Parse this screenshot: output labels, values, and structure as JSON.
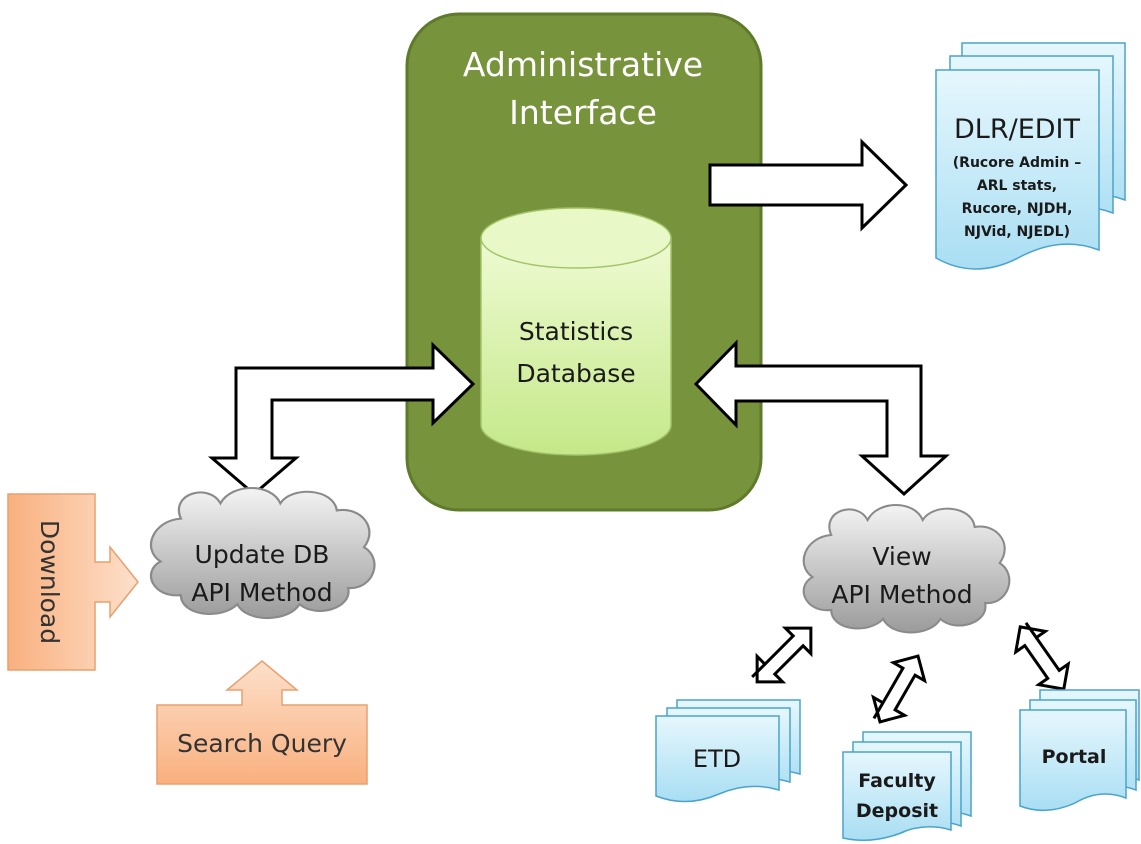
{
  "admin_interface": {
    "title_line1": "Administrative",
    "title_line2": "Interface"
  },
  "database": {
    "line1": "Statistics",
    "line2": "Database"
  },
  "dlr_doc": {
    "title": "DLR/EDIT",
    "sub_line1": "(Rucore Admin –",
    "sub_line2": "ARL stats,",
    "sub_line3": "Rucore, NJDH,",
    "sub_line4": "NJVid, NJEDL)"
  },
  "update_cloud": {
    "line1": "Update DB",
    "line2": "API Method"
  },
  "view_cloud": {
    "line1": "View",
    "line2": "API Method"
  },
  "download_box": {
    "label": "Download"
  },
  "search_box": {
    "label": "Search Query"
  },
  "clients": {
    "etd": "ETD",
    "faculty_line1": "Faculty",
    "faculty_line2": "Deposit",
    "portal": "Portal"
  },
  "colors": {
    "admin_green": "#77933c",
    "db_light_green": "#d7f0a6",
    "doc_blue": "#bfe8f7",
    "cloud_gray": "#bdbdbd",
    "orange": "#fbb789"
  }
}
